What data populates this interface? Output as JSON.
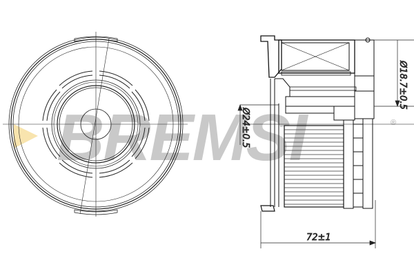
{
  "drawing": {
    "subject": "filter insert technical drawing",
    "views": [
      "end-view",
      "side-section-view"
    ],
    "dimensions": {
      "outer_diameter_label": "Ø18.7±0.5",
      "inner_diameter_label": "Ø24±0.5",
      "length_label": "72±1"
    }
  },
  "watermark": {
    "brand": "BREMSI",
    "registered_mark": "®",
    "accent_color": "#f5c64a",
    "text_color": "#b8b8b8"
  }
}
